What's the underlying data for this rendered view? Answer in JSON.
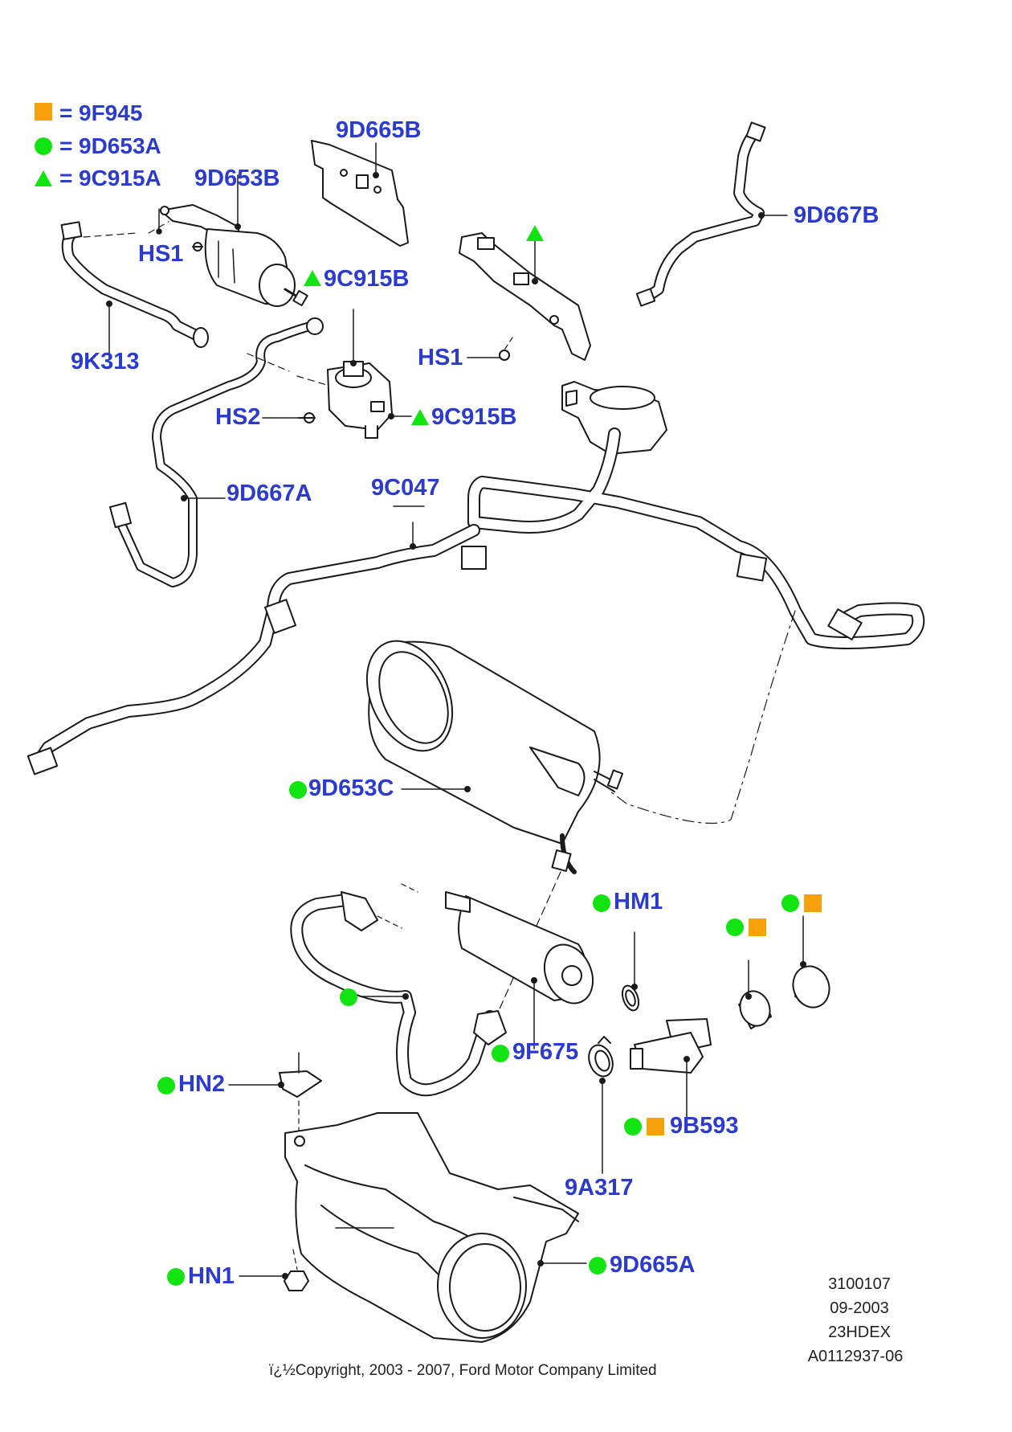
{
  "legend": {
    "items": [
      {
        "symbol": "square",
        "eq": "=",
        "code": "9F945"
      },
      {
        "symbol": "circle",
        "eq": "=",
        "code": "9D653A"
      },
      {
        "symbol": "triangle",
        "eq": "=",
        "code": "9C915A"
      }
    ]
  },
  "labels": {
    "l9D665B": "9D665B",
    "l9D653B": "9D653B",
    "l9D667B": "9D667B",
    "lHS1a": "HS1",
    "l9C915Ba": "9C915B",
    "l9K313": "9K313",
    "lHS1b": "HS1",
    "lHS2": "HS2",
    "l9C915Bb": "9C915B",
    "l9D667A": "9D667A",
    "l9C047": "9C047",
    "l9D653C": "9D653C",
    "lHM1": "HM1",
    "l9F675": "9F675",
    "lHN2": "HN2",
    "l9B593": "9B593",
    "l9A317": "9A317",
    "lHN1": "HN1",
    "l9D665A": "9D665A"
  },
  "meta": {
    "line1": "3100107",
    "line2": "09-2003",
    "line3": "23HDEX",
    "line4": "A0112937-06"
  },
  "copyright": "ï¿½Copyright, 2003 - 2007, Ford Motor Company Limited",
  "colors": {
    "label": "#2b3bd0",
    "square": "#f7a20a",
    "circle": "#11e411",
    "triangle": "#11e411",
    "line": "#1a1a1a"
  }
}
